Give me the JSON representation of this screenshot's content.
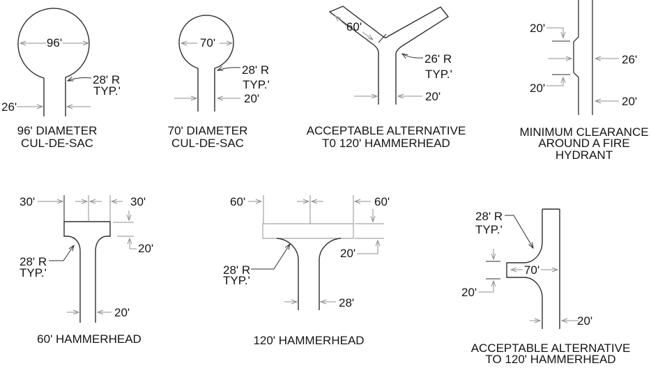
{
  "colors": {
    "outline": "#2e2e2e",
    "dimension": "#8f8f8f",
    "light_outline": "#a3a3a3",
    "text": "#141414"
  },
  "diagrams": {
    "culdesac_96": {
      "caption": [
        "96' DIAMETER",
        "CUL-DE-SAC"
      ],
      "labels": {
        "diameter": "96'",
        "radius_line1": "28' R",
        "radius_line2": "TYP.'",
        "road_width": "26'"
      }
    },
    "culdesac_70": {
      "caption": [
        "70' DIAMETER",
        "CUL-DE-SAC"
      ],
      "labels": {
        "diameter": "70'",
        "radius_line1": "28' R",
        "radius_line2": "TYP.'",
        "road_width": "20'"
      }
    },
    "y_turnaround": {
      "caption": [
        "ACCEPTABLE ALTERNATIVE",
        "T0 120' HAMMERHEAD"
      ],
      "labels": {
        "branch_length": "60'",
        "radius_line1": "26' R",
        "radius_line2": "TYP.'",
        "road_width": "20'"
      }
    },
    "fire_hydrant": {
      "caption": [
        "MINIMUM CLEARANCE",
        "AROUND A FIRE",
        "HYDRANT"
      ],
      "labels": {
        "clearance_above": "20'",
        "road_width": "26'",
        "clearance_below": "20'",
        "lane_width": "20'"
      }
    },
    "hammerhead_60": {
      "caption": [
        "60' HAMMERHEAD"
      ],
      "labels": {
        "left_arm": "30'",
        "right_arm": "30'",
        "head_depth": "20'",
        "radius_line1": "28' R",
        "radius_line2": "TYP.'",
        "road_width": "20'"
      }
    },
    "hammerhead_120": {
      "caption": [
        "120' HAMMERHEAD"
      ],
      "labels": {
        "left_arm": "60'",
        "right_arm": "60'",
        "head_depth": "20'",
        "radius_line1": "28' R",
        "radius_line2": "TYP.'",
        "road_width": "28'"
      }
    },
    "t_turnaround": {
      "caption": [
        "ACCEPTABLE ALTERNATIVE",
        "TO 120' HAMMERHEAD"
      ],
      "labels": {
        "radius_line1": "28' R",
        "radius_line2": "TYP.'",
        "branch_width": "70'",
        "branch_depth": "20'",
        "road_width": "20'"
      }
    }
  }
}
